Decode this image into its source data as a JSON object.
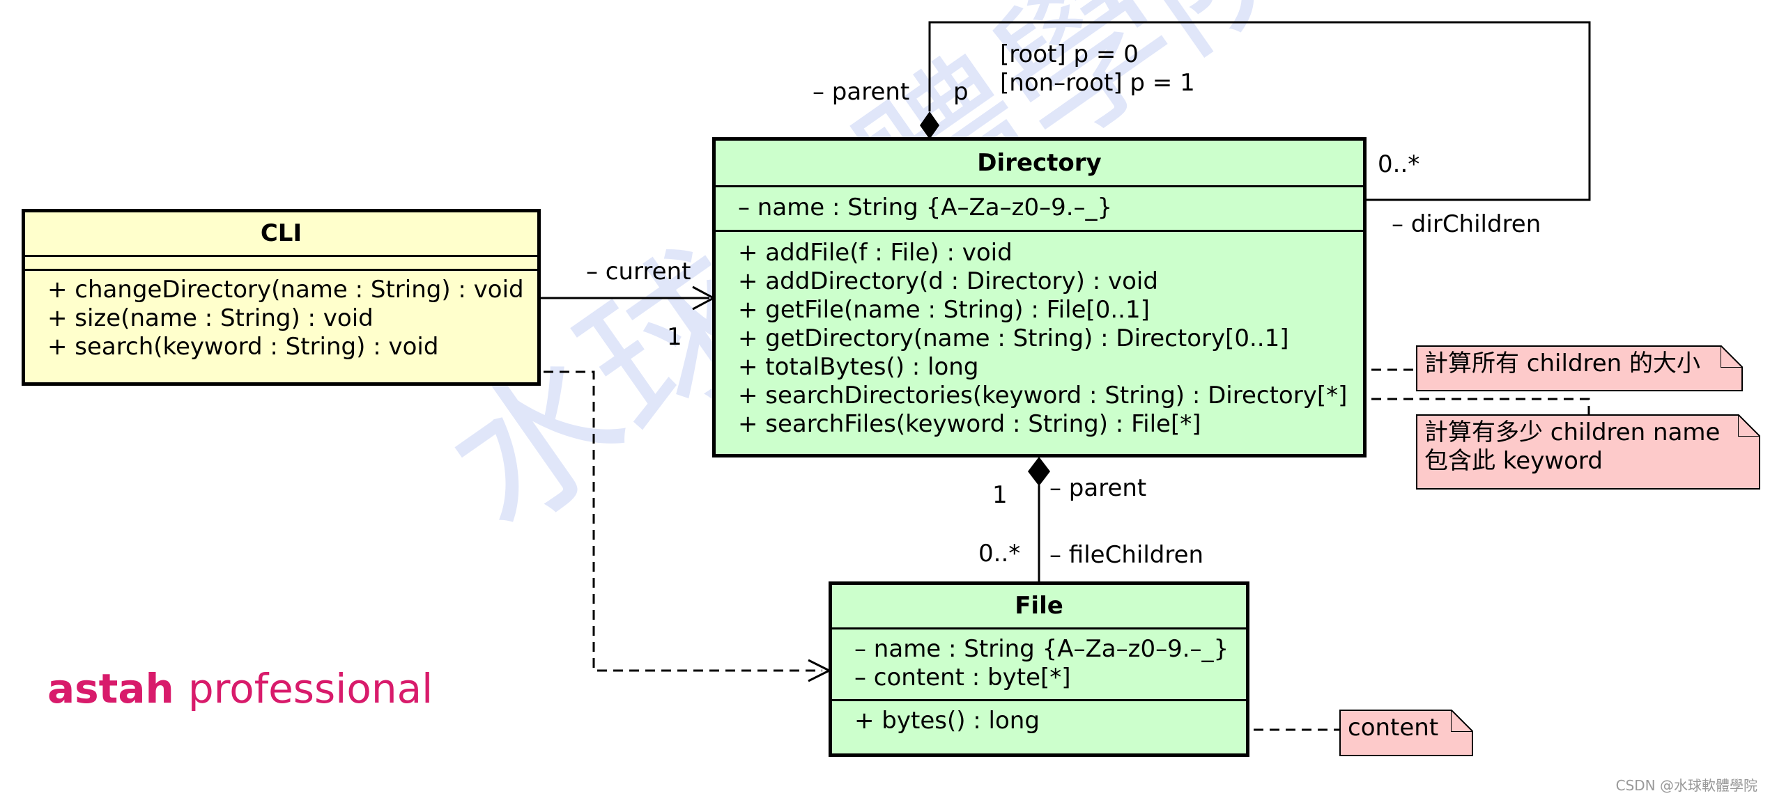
{
  "watermark": "水球軟體學院",
  "classes": {
    "cli": {
      "name": "CLI",
      "attributes": [],
      "operations": [
        "+ changeDirectory(name : String) : void",
        "+ size(name : String) : void",
        "+ search(keyword : String) : void"
      ]
    },
    "directory": {
      "name": "Directory",
      "attributes": [
        "– name : String {A–Za–z0–9.–_}"
      ],
      "operations": [
        "+ addFile(f : File) : void",
        "+ addDirectory(d : Directory) : void",
        "+ getFile(name : String) : File[0..1]",
        "+ getDirectory(name : String) : Directory[0..1]",
        "+ totalBytes() : long",
        "+ searchDirectories(keyword : String) : Directory[*]",
        "+ searchFiles(keyword : String) : File[*]"
      ]
    },
    "file": {
      "name": "File",
      "attributes": [
        "– name : String {A–Za–z0–9.–_}",
        "– content : byte[*]"
      ],
      "operations": [
        "+ bytes() : long"
      ]
    }
  },
  "labels": {
    "self_parent": "– parent",
    "self_p": "p",
    "constraint_root": "[root] p = 0",
    "constraint_nonroot": "[non–root] p = 1",
    "self_mult": "0..*",
    "dir_children": "– dirChildren",
    "current": "– current",
    "current_mult": "1",
    "file_parent_mult": "1",
    "file_parent": "– parent",
    "file_children_mult": "0..*",
    "file_children": "– fileChildren"
  },
  "notes": {
    "total_bytes": "計算所有 children 的大小",
    "search_dirs_line1": "計算有多少 children name",
    "search_dirs_line2": "包含此 keyword",
    "content": "content"
  },
  "logo": {
    "part1": "astah",
    "part2": "professional"
  },
  "credit": "CSDN @水球軟體學院",
  "colors": {
    "cli_fill": "#ffffcc",
    "class_fill": "#ccffcc",
    "note_fill": "#fdcaca",
    "logo": "#d81b6b"
  }
}
